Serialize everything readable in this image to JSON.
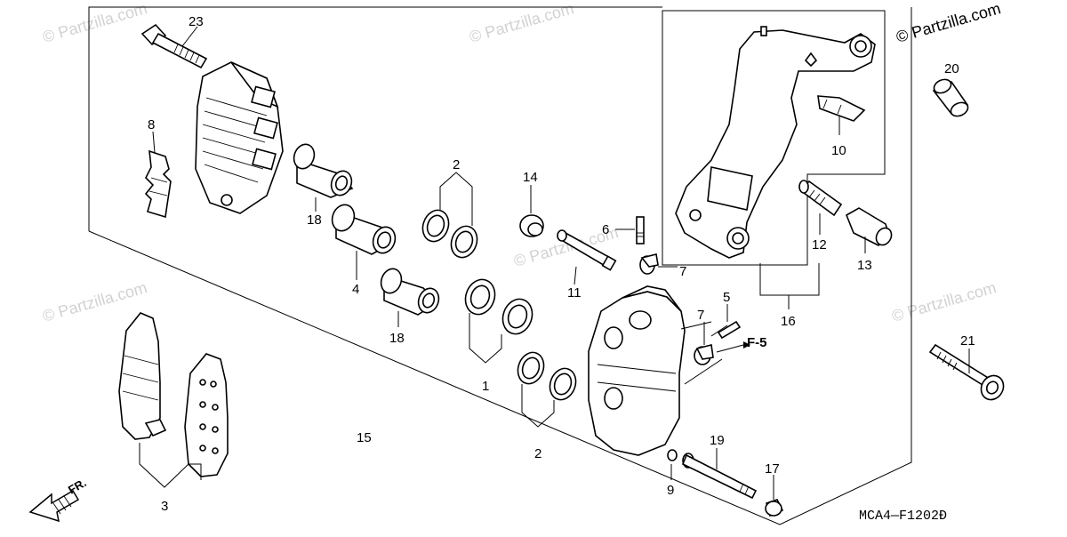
{
  "watermark": {
    "text": "© Partzilla.com"
  },
  "copyright": {
    "text": "© Partzilla.com"
  },
  "diagram_code": "MCA4—F1202Ð",
  "front_marker": {
    "text": "FR."
  },
  "reference": {
    "text": "F-5"
  },
  "callouts": {
    "p1": "1",
    "p2a": "2",
    "p2b": "2",
    "p3": "3",
    "p4": "4",
    "p5": "5",
    "p6": "6",
    "p7a": "7",
    "p7b": "7",
    "p8": "8",
    "p9": "9",
    "p10": "10",
    "p11": "11",
    "p12": "12",
    "p13": "13",
    "p14": "14",
    "p15": "15",
    "p16": "16",
    "p17": "17",
    "p18a": "18",
    "p18b": "18",
    "p19": "19",
    "p20": "20",
    "p21": "21",
    "p23": "23"
  }
}
